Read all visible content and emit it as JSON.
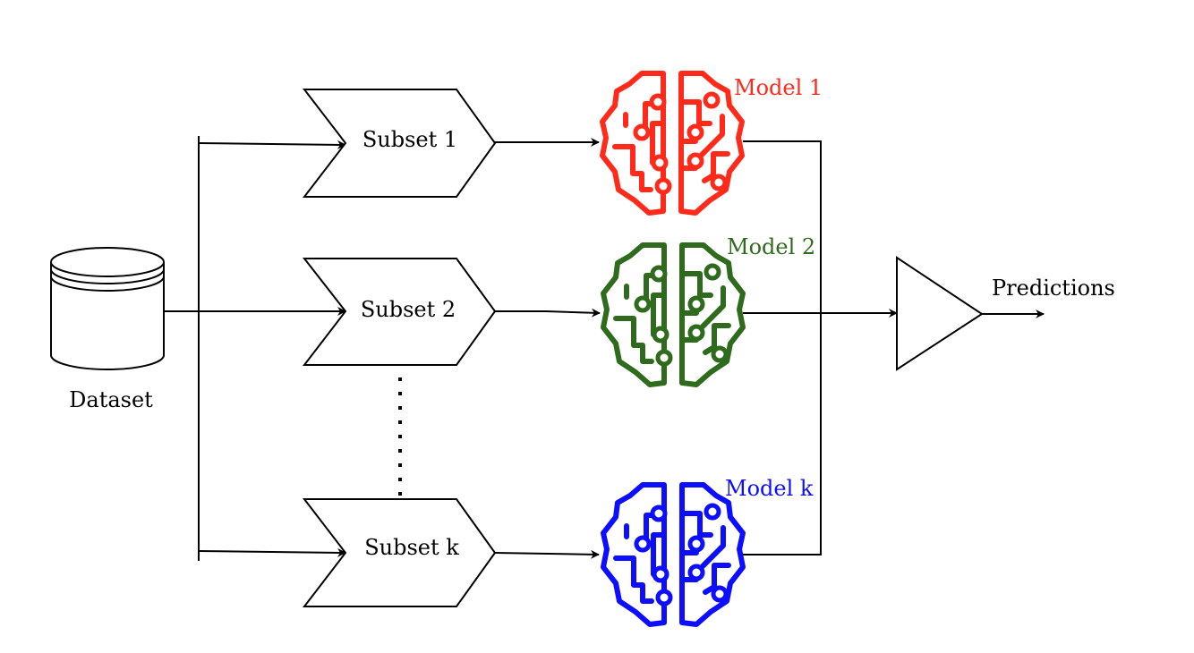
{
  "dataset": {
    "label": "Dataset"
  },
  "subsets": [
    {
      "label": "Subset 1"
    },
    {
      "label": "Subset 2"
    },
    {
      "label": "Subset k"
    }
  ],
  "models": [
    {
      "label": "Model 1",
      "color": "#ff2a1a",
      "icon": "brain-circuit-icon"
    },
    {
      "label": "Model 2",
      "color": "#2e6b1c",
      "icon": "brain-circuit-icon"
    },
    {
      "label": "Model k",
      "color": "#0d0dff",
      "icon": "brain-circuit-icon"
    }
  ],
  "output": {
    "label": "Predictions",
    "icon": "aggregator-triangle-icon"
  },
  "line_color": "#000000"
}
